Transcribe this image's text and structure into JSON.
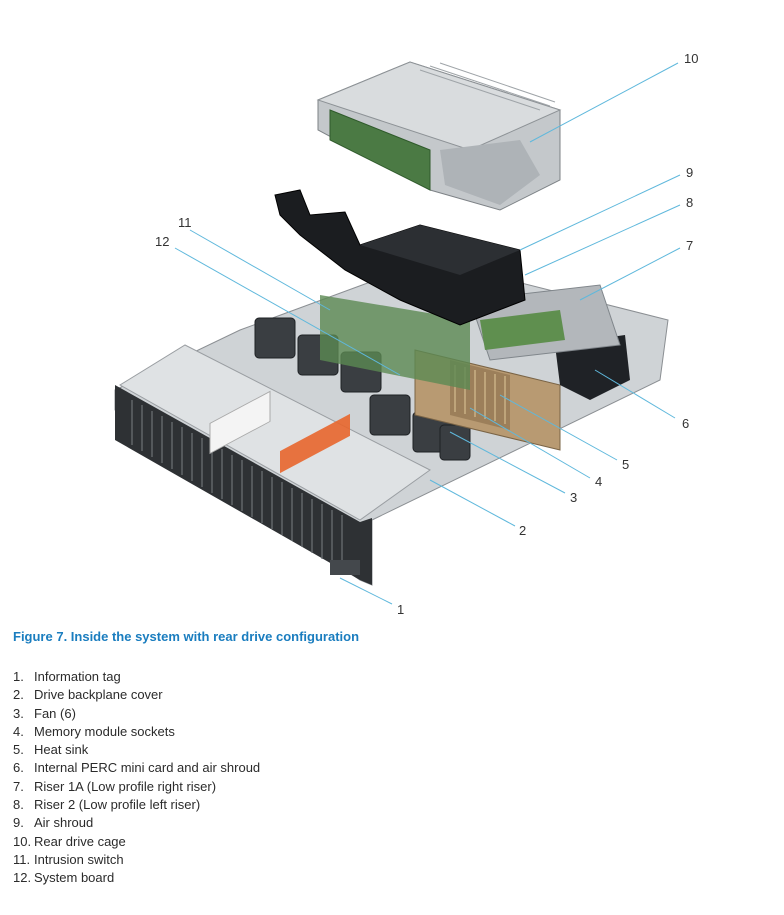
{
  "figure": {
    "caption": "Figure 7. Inside the system with rear drive configuration",
    "callouts": [
      "1",
      "2",
      "3",
      "4",
      "5",
      "6",
      "7",
      "8",
      "9",
      "10",
      "11",
      "12"
    ]
  },
  "legend": [
    {
      "num": "1.",
      "label": "Information tag"
    },
    {
      "num": "2.",
      "label": "Drive backplane cover"
    },
    {
      "num": "3.",
      "label": "Fan (6)"
    },
    {
      "num": "4.",
      "label": "Memory module sockets"
    },
    {
      "num": "5.",
      "label": "Heat sink"
    },
    {
      "num": "6.",
      "label": "Internal PERC mini card and air shroud"
    },
    {
      "num": "7.",
      "label": "Riser 1A (Low profile right riser)"
    },
    {
      "num": "8.",
      "label": "Riser 2 (Low profile left riser)"
    },
    {
      "num": "9.",
      "label": "Air shroud"
    },
    {
      "num": "10.",
      "label": "Rear drive cage"
    },
    {
      "num": "11.",
      "label": "Intrusion switch"
    },
    {
      "num": "12.",
      "label": "System board"
    }
  ]
}
